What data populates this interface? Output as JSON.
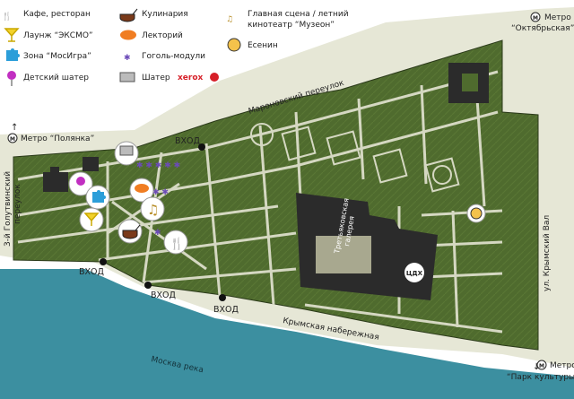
{
  "legend": {
    "cafe": "Кафе, ресторан",
    "lounge": "Лаунж “ЭКСМО”",
    "mosigra": "Зона “МосИгра”",
    "kids_tent": "Детский шатер",
    "kulinaria": "Кулинария",
    "lektoriy": "Лекторий",
    "gogol": "Гоголь-модули",
    "xerox_tent": "Шатер",
    "xerox_brand": "xerox",
    "main_stage_line1": "Главная сцена / летний",
    "main_stage_line2": "кинотеатр “Музеон”",
    "esenin": "Есенин"
  },
  "metro": {
    "polyanka": "Метро “Полянка”",
    "oktyabrskaya_line1": "Метро",
    "oktyabrskaya_line2": "“Октябрьская”",
    "park_kultury": "Метро",
    "park_kultury_line2": "“Парк культуры”",
    "symbol": "М"
  },
  "streets": {
    "maronovsky": "Мароновский переулок",
    "golutvinsky_line1": "3-й Голутвинский",
    "golutvinsky_line2": "переулок",
    "krymsky_val": "ул. Крымский Вал",
    "krymskaya_nab": "Крымская набережная",
    "river": "Москва река"
  },
  "buildings": {
    "gallery_line1": "Третьяковская",
    "gallery_line2": "галерея",
    "cdh": "ЦДХ"
  },
  "entrances": {
    "top": "ВХОД",
    "left": "ВХОД",
    "middle": "ВХОД",
    "bottom": "ВХОД"
  },
  "colors": {
    "park": "#4f6b2e",
    "paths": "#d5d8c2",
    "river": "#3c8fa0",
    "outer": "#e6e7d6",
    "building": "#2b2b2b"
  }
}
